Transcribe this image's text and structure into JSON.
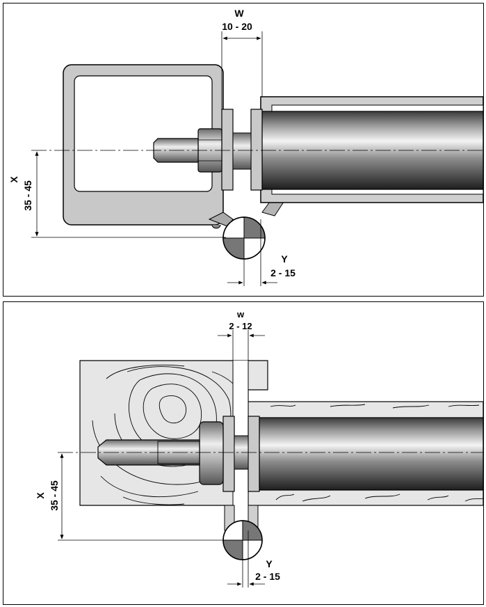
{
  "top_panel": {
    "w_label": "W",
    "w_range": "10 - 20",
    "x_label": "X",
    "x_range": "35 - 45",
    "y_label": "Y",
    "y_range": "2 - 15"
  },
  "bottom_panel": {
    "w_label": "w",
    "w_range": "2 - 12",
    "x_label": "X",
    "x_range": "35 - 45",
    "y_label": "Y",
    "y_range": "2 - 15"
  }
}
